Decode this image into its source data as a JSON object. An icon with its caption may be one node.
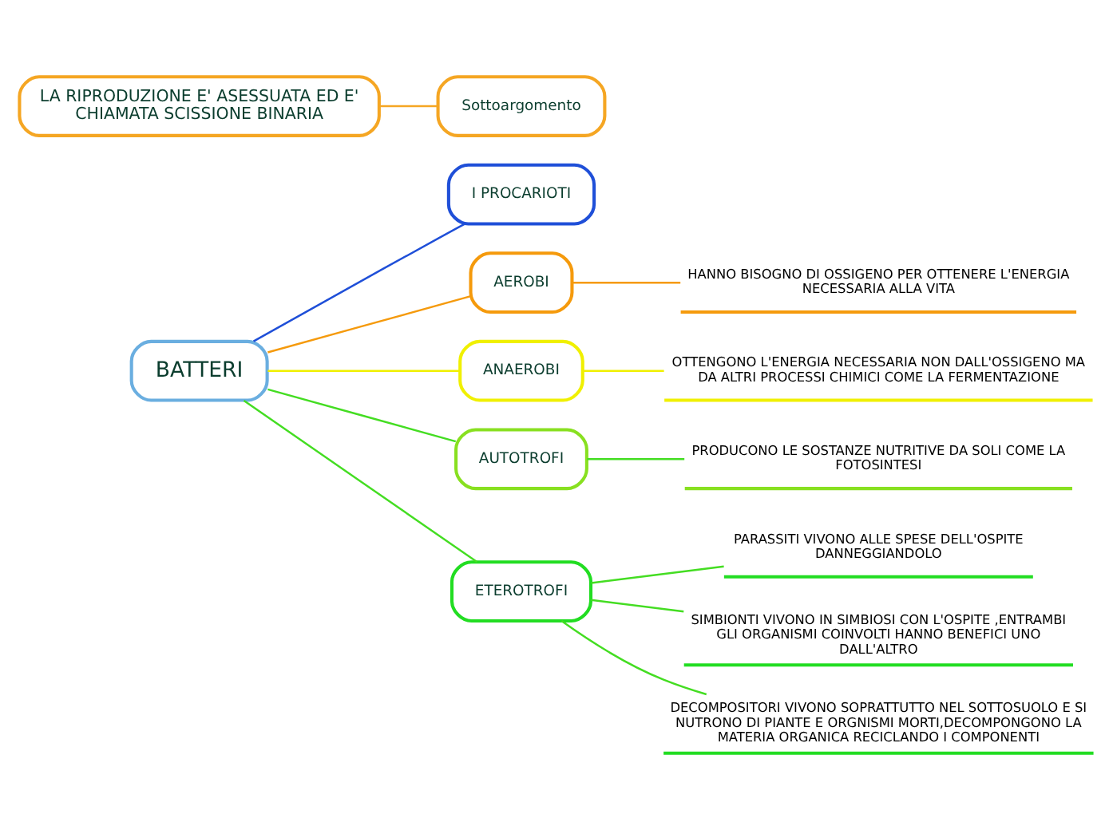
{
  "diagram": {
    "nodes": [
      {
        "text": [
          "I PROCARIOTI"
        ]
      },
      {
        "text": [
          "BATTERI"
        ]
      },
      {
        "text": [
          "AEROBI"
        ]
      },
      {
        "text": [
          "HANNO BISOGNO DI OSSIGENO PER OTTENERE L'ENERGIA NECESSARIA ALLA VITA"
        ]
      },
      {
        "text": [
          "ANAEROBI"
        ]
      },
      {
        "text": [
          "OTTENGONO L'ENERGIA NECESSARIA NON DALL'OSSIGENO MA DA ALTRI PROCESSI CHIMICI COME LA FERMENTAZIONE"
        ]
      },
      {
        "text": [
          "AUTOTROFI"
        ]
      },
      {
        "text": [
          "PRODUCONO LE SOSTANZE NUTRITIVE DA SOLI COME LA FOTOSINTESI"
        ]
      },
      {
        "text": [
          "ETEROTROFI"
        ]
      },
      {
        "text": [
          "PARASSITI VIVONO ALLE SPESE DELL'OSPITE DANNEGGIANDOLO"
        ]
      },
      {
        "text": [
          "SIMBIONTI VIVONO IN SIMBIOSI CON L'OSPITE ,ENTRAMBI GLI ORGANISMI COINVOLTI HANNO BENEFICI UNO DALL'ALTRO"
        ]
      },
      {
        "text": [
          "DECOMPOSITORI VIVONO SOPRATTUTTO NEL SOTTOSUOLO E SI NUTRONO DI PIANTE E ORGNISMI MORTI,DECOMPONGONO LA MATERIA ORGANICA RECICLANDO I COMPONENTI"
        ]
      },
      {
        "text": [
          "LA RIPRODUZIONE E' ASESSUATA ED E' CHIAMATA SCISSIONE BINARIA"
        ]
      },
      {
        "text": [
          "Sottoargomento"
        ]
      }
    ],
    "edges": [
      {
        "from": 1,
        "to": 0,
        "arrow": "none",
        "color": "#1f4fd8"
      },
      {
        "from": 1,
        "to": 2,
        "arrow": "none",
        "color": "#f59a0c"
      },
      {
        "from": 2,
        "to": 3,
        "arrow": "none",
        "color": "#f59a0c"
      },
      {
        "from": 1,
        "to": 4,
        "arrow": "none",
        "color": "#f0f000"
      },
      {
        "from": 4,
        "to": 5,
        "arrow": "none",
        "color": "#f0f000"
      },
      {
        "from": 1,
        "to": 6,
        "arrow": "none"
      },
      {
        "from": 6,
        "to": 7,
        "arrow": "none"
      },
      {
        "from": 1,
        "to": 8,
        "arrow": "none"
      },
      {
        "from": 8,
        "to": 9,
        "arrow": "none"
      },
      {
        "from": 8,
        "to": 10,
        "arrow": "none"
      },
      {
        "from": 8,
        "to": 11,
        "arrow": "none"
      },
      {
        "from": 12,
        "to": 13,
        "arrow": "none",
        "color": "#f5a623"
      }
    ]
  }
}
